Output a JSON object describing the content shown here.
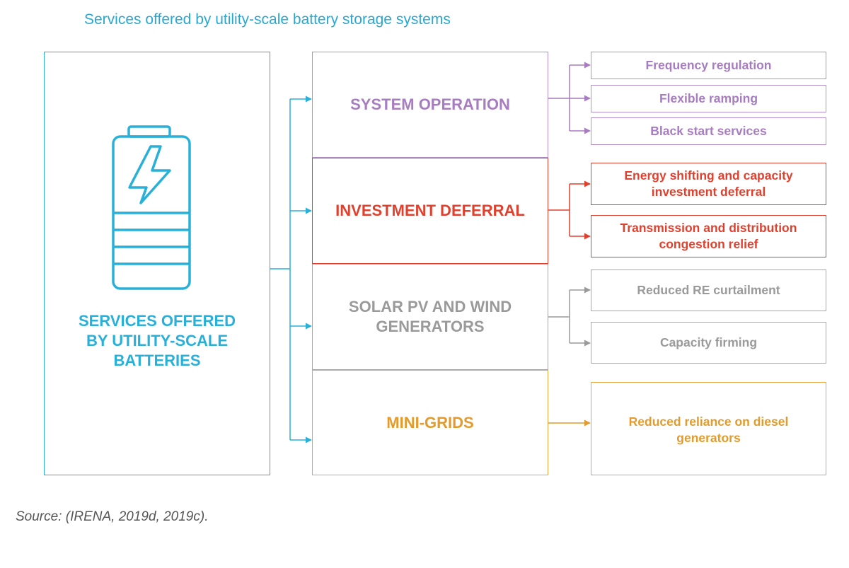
{
  "title": "Services offered by utility-scale battery storage systems",
  "main": {
    "label_lines": [
      "SERVICES OFFERED",
      "BY UTILITY-SCALE",
      "BATTERIES"
    ],
    "icon": "battery-charging-icon",
    "color": "#29b0d8"
  },
  "categories": [
    {
      "label": "SYSTEM OPERATION",
      "color": "#a77cc0",
      "services": [
        "Frequency regulation",
        "Flexible ramping",
        "Black start services"
      ]
    },
    {
      "label": "INVESTMENT DEFERRAL",
      "color": "#e0412f",
      "services": [
        "Energy shifting and capacity investment deferral",
        "Transmission and distribution congestion relief"
      ]
    },
    {
      "label": "SOLAR PV AND WIND GENERATORS",
      "color": "#9a9a9a",
      "services": [
        "Reduced RE curtailment",
        "Capacity firming"
      ]
    },
    {
      "label": "MINI-GRIDS",
      "color": "#e29b2c",
      "services": [
        "Reduced reliance on diesel generators"
      ]
    }
  ],
  "source": "Source: (IRENA, 2019d, 2019c)."
}
